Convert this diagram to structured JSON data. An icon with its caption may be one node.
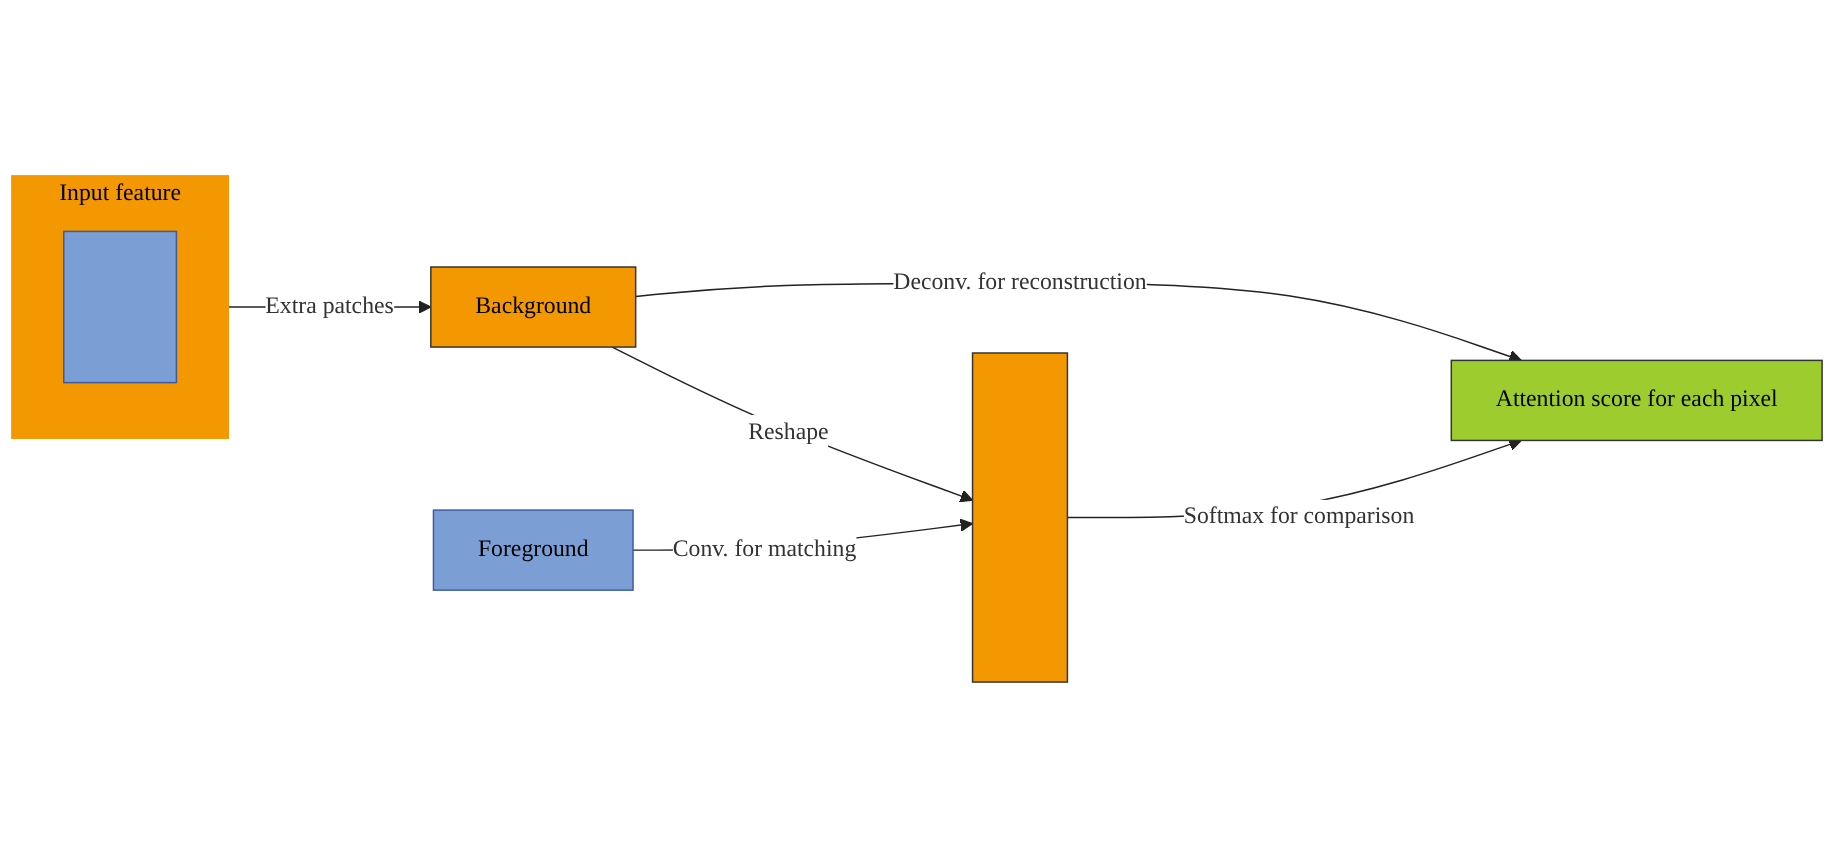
{
  "diagram": {
    "nodes": [
      {
        "text": [
          "Input feature"
        ]
      },
      {
        "text": [],
        "shape": "box",
        "in": 0
      },
      {
        "text": [
          "Background"
        ]
      },
      {
        "text": [],
        "shape": "bar"
      },
      {
        "text": [
          "Attention score for each pixel"
        ]
      },
      {
        "text": [
          "Foreground"
        ]
      }
    ],
    "edges": [
      {
        "from": 0,
        "to": 2,
        "arrow": "to",
        "label": "Extra patches"
      },
      {
        "from": 2,
        "to": 3,
        "arrow": "to",
        "label": "Reshape"
      },
      {
        "from": 2,
        "to": 4,
        "arrow": "to",
        "label": "Deconv. for reconstruction"
      },
      {
        "from": 5,
        "to": 3,
        "arrow": "to",
        "label": "Conv. for matching"
      },
      {
        "from": 3,
        "to": 4,
        "arrow": "to",
        "label": "Softmax for comparison"
      }
    ]
  }
}
